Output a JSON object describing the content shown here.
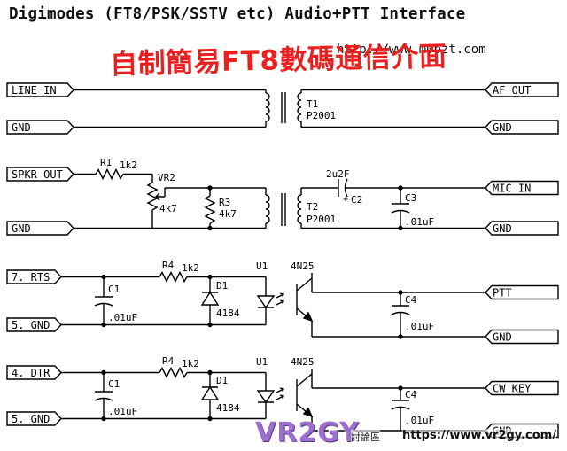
{
  "title": "Digimodes (FT8/PSK/SSTV etc) Audio+PTT Interface",
  "url": "http://www.m0pzt.com",
  "overlay_caption": "自制簡易FT8數碼通信介面",
  "watermark": {
    "logo": "VR2GY",
    "forum": "討論區",
    "url": "https://www.vr2gy.com/"
  },
  "ports": {
    "line_in": "LINE IN",
    "gnd": "GND",
    "spkr_out": "SPKR OUT",
    "rts": "7. RTS",
    "gnd5": "5. GND",
    "dtr": "4. DTR",
    "af_out": "AF OUT",
    "mic_in": "MIC IN",
    "ptt": "PTT",
    "cw_key": "CW KEY"
  },
  "components": {
    "t1_name": "T1",
    "t1_part": "P2001",
    "t2_name": "T2",
    "t2_part": "P2001",
    "r1_name": "R1",
    "r1_val": "1k2",
    "vr2_name": "VR2",
    "vr2_val": "4k7",
    "r3_name": "R3",
    "r3_val": "4k7",
    "c2_val": "2u2F",
    "c2_plus": "+",
    "c2_name": "C2",
    "c3_name": "C3",
    "c3_val": ".01uF",
    "c1_name": "C1",
    "c1_val": ".01uF",
    "r4_name": "R4",
    "r4_val": "1k2",
    "d1_name": "D1",
    "d1_val": "4184",
    "u1_name": "U1",
    "u1_part": "4N25",
    "c4_name": "C4",
    "c4_val": ".01uF"
  }
}
